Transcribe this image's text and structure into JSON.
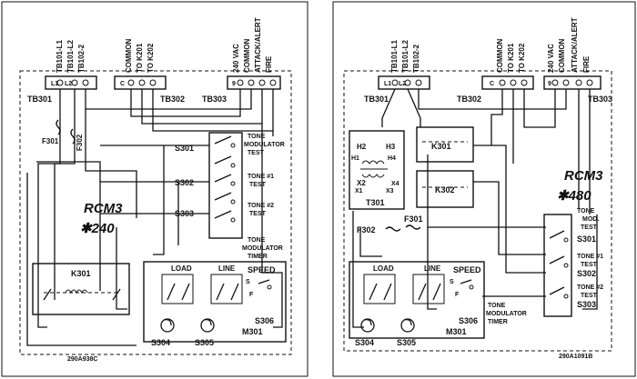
{
  "left": {
    "top_labels": [
      "TB101-L1",
      "TB101-L2",
      "TB102-2",
      "COMMON",
      "TO K201",
      "TO K202",
      "240 VAC",
      "COMMON",
      "ATTACK/ALERT",
      "FIRE"
    ],
    "tb301": "TB301",
    "tb302": "TB302",
    "tb303": "TB303",
    "term_l1": "L1",
    "term_l2": "L2",
    "term_c": "C",
    "term_9": "9",
    "f301": "F301",
    "f302": "F302",
    "s301": "S301",
    "s302": "S302",
    "s303": "S303",
    "test1_line1": "TONE",
    "test1_line2": "MODULATOR",
    "test1_line3": "TEST",
    "test2_line1": "TONE #1",
    "test2_line2": "TEST",
    "test3_line1": "TONE #2",
    "test3_line2": "TEST",
    "timer_line1": "TONE",
    "timer_line2": "MODULATOR",
    "timer_line3": "TIMER",
    "model_line1": "RCM3",
    "model_line2": "✱240",
    "k301": "K301",
    "load": "LOAD",
    "line": "LINE",
    "speed": "SPEED",
    "s": "S",
    "f": "F",
    "s306": "S306",
    "m301": "M301",
    "s304": "S304",
    "s305": "S305",
    "part_no": "290A938C"
  },
  "right": {
    "top_labels": [
      "TB101-L1",
      "TB101-L2",
      "TB102-2",
      "COMMON",
      "TO K201",
      "TO K202",
      "240 VAC",
      "COMMON",
      "ATTACK/ALERT",
      "FIRE"
    ],
    "tb301": "TB301",
    "tb302": "TB302",
    "tb303": "TB303",
    "term_l1": "L1",
    "term_l2": "L2",
    "term_c": "C",
    "term_9": "9",
    "h2": "H2",
    "h3": "H3",
    "h1": "H1",
    "h4": "H4",
    "x2": "X2",
    "x1": "X1",
    "x3": "X3",
    "x4": "X4",
    "t301": "T301",
    "k301": "K301",
    "k302": "K302",
    "f302": "F302",
    "f301": "F301",
    "model_line1": "RCM3",
    "model_line2": "✱480",
    "test1_line1": "TONE",
    "test1_line2": "MOD.",
    "test1_line3": "TEST",
    "s301": "S301",
    "test2_line1": "TONE #1",
    "test2_line2": "TEST",
    "s302": "S302",
    "test3_line1": "TONE #2",
    "test3_line2": "TEST",
    "s303": "S303",
    "load": "LOAD",
    "line": "LINE",
    "speed": "SPEED",
    "s": "S",
    "f": "F",
    "timer_line1": "TONE",
    "timer_line2": "MODULATOR",
    "timer_line3": "TIMER",
    "s306": "S306",
    "m301": "M301",
    "s304": "S304",
    "s305": "S305",
    "part_no": "290A1091B"
  }
}
